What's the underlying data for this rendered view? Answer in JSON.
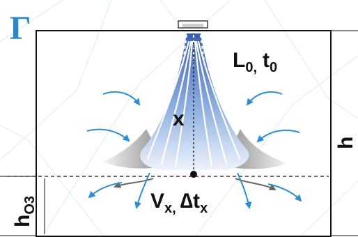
{
  "panel_label": "Г",
  "labels": {
    "l_main": "L",
    "l_sub": "0,",
    "t_main": "t",
    "t_sub": "0",
    "x": "x",
    "v_main": "V",
    "v_sub": "x,",
    "dt_main": "∆t",
    "dt_sub": "x",
    "h": "h",
    "hoz_main": "h",
    "hoz_sub": "O3"
  },
  "colors": {
    "accent": "#2f86c4",
    "jet_dark": "#3a5fb0",
    "jet_light": "#dbe6f6",
    "arrow": "#2a8fd4",
    "gray_arrow": "#666666",
    "frame": "#111111",
    "background_pattern": "#dbeaf6"
  },
  "icons": [
    "nozzle-icon",
    "inflow-arrow-icon",
    "outflow-arrow-icon"
  ]
}
